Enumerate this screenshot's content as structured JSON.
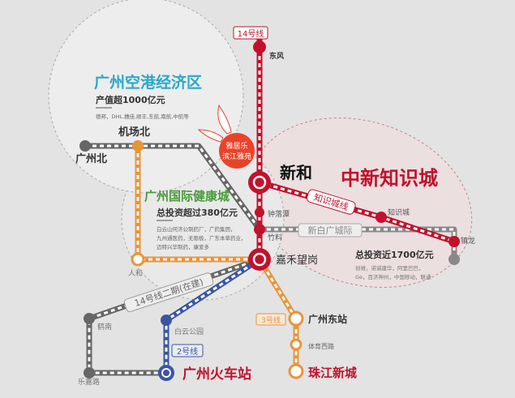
{
  "colors": {
    "line14": "#c0122c",
    "orange": "#e8953a",
    "blue": "#3b55a3",
    "grey": "#777777",
    "airport": "#2aa8c8",
    "health": "#4a9a3a",
    "knowledge": "#c0122c",
    "yajule": "#e8432a"
  },
  "zones": {
    "airport": {
      "title": "广州空港经济区",
      "value": "产值超1000亿元",
      "companies": "德邦，DHL,穗佳,顺丰,东航,南航,中航等"
    },
    "health": {
      "title": "广州国际健康城",
      "value": "总投资超过380亿元",
      "companies": [
        "白云山何济公制药厂，广药集团，",
        "九州通医药，无限极，广东本草药业，",
        "迈特兴华制药，康爱多"
      ]
    },
    "knowledge": {
      "title": "中新知识城",
      "value": "总投资近1700亿元",
      "companies": [
        "创维，诺诚建华，阿里巴巴，",
        "Ge，百济神州，中国移动，联通"
      ]
    }
  },
  "project": [
    "雅居乐",
    "滨江雅苑"
  ],
  "lines": {
    "l14": "14号线",
    "zhishi": "知识城线",
    "xinbai": "新白广城际",
    "l14b": "14号线二期(在建)",
    "l2": "2号线",
    "l3": "3号线"
  },
  "stations": {
    "dongfeng": "东风",
    "xinhe": "新和",
    "zhongluotan": "钟落潭",
    "zhuliao": "竹料",
    "jiahe": "嘉禾望岗",
    "jichangbei": "机场北",
    "guangzhoubei": "广州北",
    "renhe": "人和",
    "zhishicheng": "知识城",
    "zhenlong": "镇龙",
    "guangzhoudong": "广州东站",
    "tiyuxilu": "体育西路",
    "zhujiang": "珠江新城",
    "baiyun": "白云公园",
    "huochezhan": "广州火车站",
    "henan": "鹤南",
    "lejialu": "乐嘉路"
  }
}
